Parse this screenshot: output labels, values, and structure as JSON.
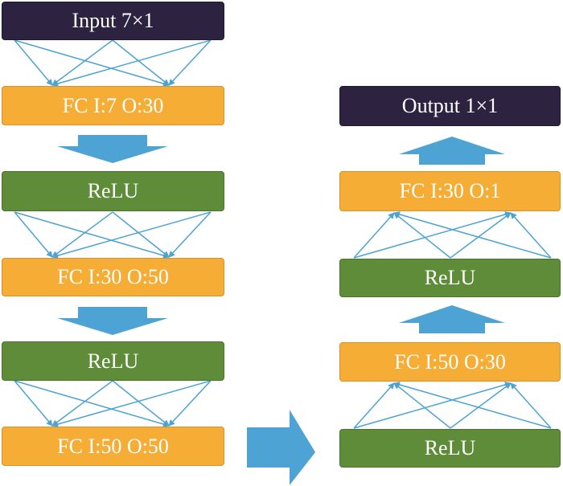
{
  "colors": {
    "io": "#2d2341",
    "fc": "#f5ad35",
    "relu": "#5e8c38",
    "arrow": "#4da3d3",
    "connection": "#4da3d3"
  },
  "left_column": {
    "input": "Input 7×1",
    "fc1": "FC I:7 O:30",
    "relu1": "ReLU",
    "fc2": "FC I:30 O:50",
    "relu2": "ReLU",
    "fc3": "FC I:50 O:50"
  },
  "right_column": {
    "relu3": "ReLU",
    "fc4": "FC I:50 O:30",
    "relu4": "ReLU",
    "fc5": "FC I:30 O:1",
    "output": "Output 1×1"
  }
}
